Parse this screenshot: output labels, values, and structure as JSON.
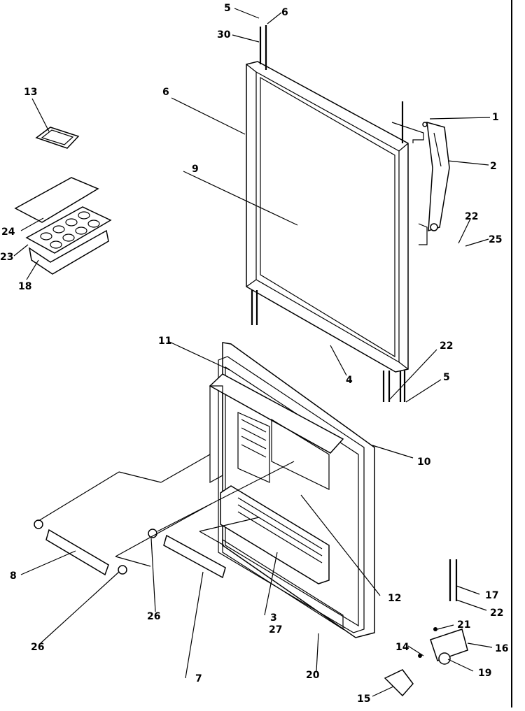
{
  "colors": {
    "line": "#000000",
    "background": "#ffffff"
  },
  "callouts": {
    "c5top": "5",
    "c6top": "6",
    "c30": "30",
    "c6left": "6",
    "c9": "9",
    "c1": "1",
    "c2": "2",
    "c22a": "22",
    "c25": "25",
    "c13": "13",
    "c24": "24",
    "c23": "23",
    "c18a": "18",
    "c11": "11",
    "c4": "4",
    "c22b": "22",
    "c5b": "5",
    "c10": "10",
    "c8": "8",
    "c26a": "26",
    "c26b": "26",
    "c7": "7",
    "c3": "3",
    "c27": "27",
    "c12": "12",
    "c20": "20",
    "c17": "17",
    "c22c": "22",
    "c21": "21",
    "c14": "14",
    "c16": "16",
    "c19": "19",
    "c15": "15"
  }
}
